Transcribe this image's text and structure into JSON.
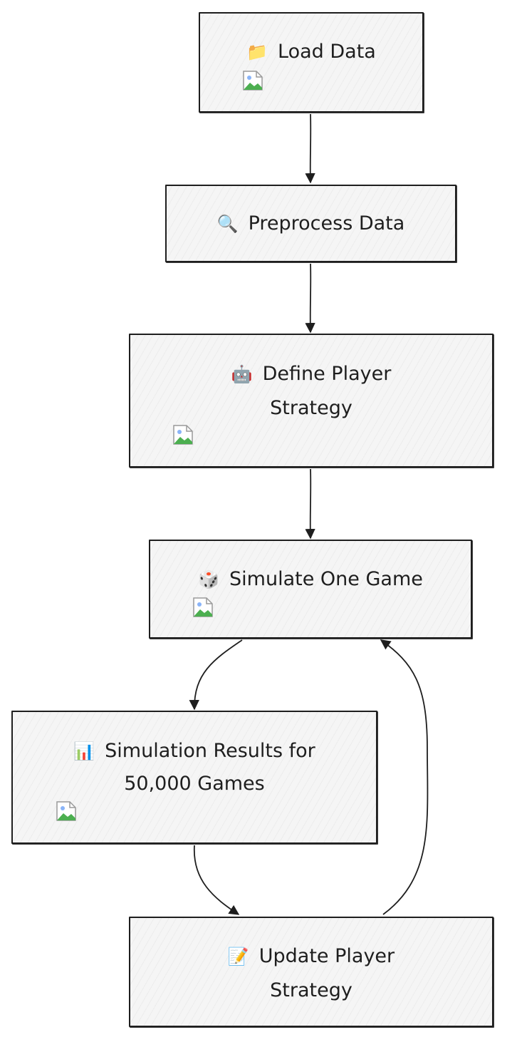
{
  "nodes": {
    "load_data": {
      "icon": "folder-icon",
      "label": "Load Data"
    },
    "preprocess_data": {
      "icon": "magnifying-glass-icon",
      "label": "Preprocess Data"
    },
    "define_player_strategy": {
      "icon": "robot-icon",
      "label_line1": "Define Player",
      "label_line2": "Strategy"
    },
    "simulate_one_game": {
      "icon": "dice-icon",
      "label": "Simulate One Game"
    },
    "simulation_results": {
      "icon": "bar-chart-icon",
      "label_line1": "Simulation Results for",
      "label_line2": "50,000 Games"
    },
    "update_player_strategy": {
      "icon": "memo-icon",
      "label_line1": "Update Player",
      "label_line2": "Strategy"
    }
  },
  "edges": [
    {
      "from": "load_data",
      "to": "preprocess_data"
    },
    {
      "from": "preprocess_data",
      "to": "define_player_strategy"
    },
    {
      "from": "define_player_strategy",
      "to": "simulate_one_game"
    },
    {
      "from": "simulate_one_game",
      "to": "simulation_results"
    },
    {
      "from": "simulation_results",
      "to": "update_player_strategy"
    },
    {
      "from": "update_player_strategy",
      "to": "simulate_one_game"
    }
  ],
  "colors": {
    "stroke": "#1e1e1e",
    "node_fill": "#f5f5f5",
    "text": "#1e1e1e"
  }
}
